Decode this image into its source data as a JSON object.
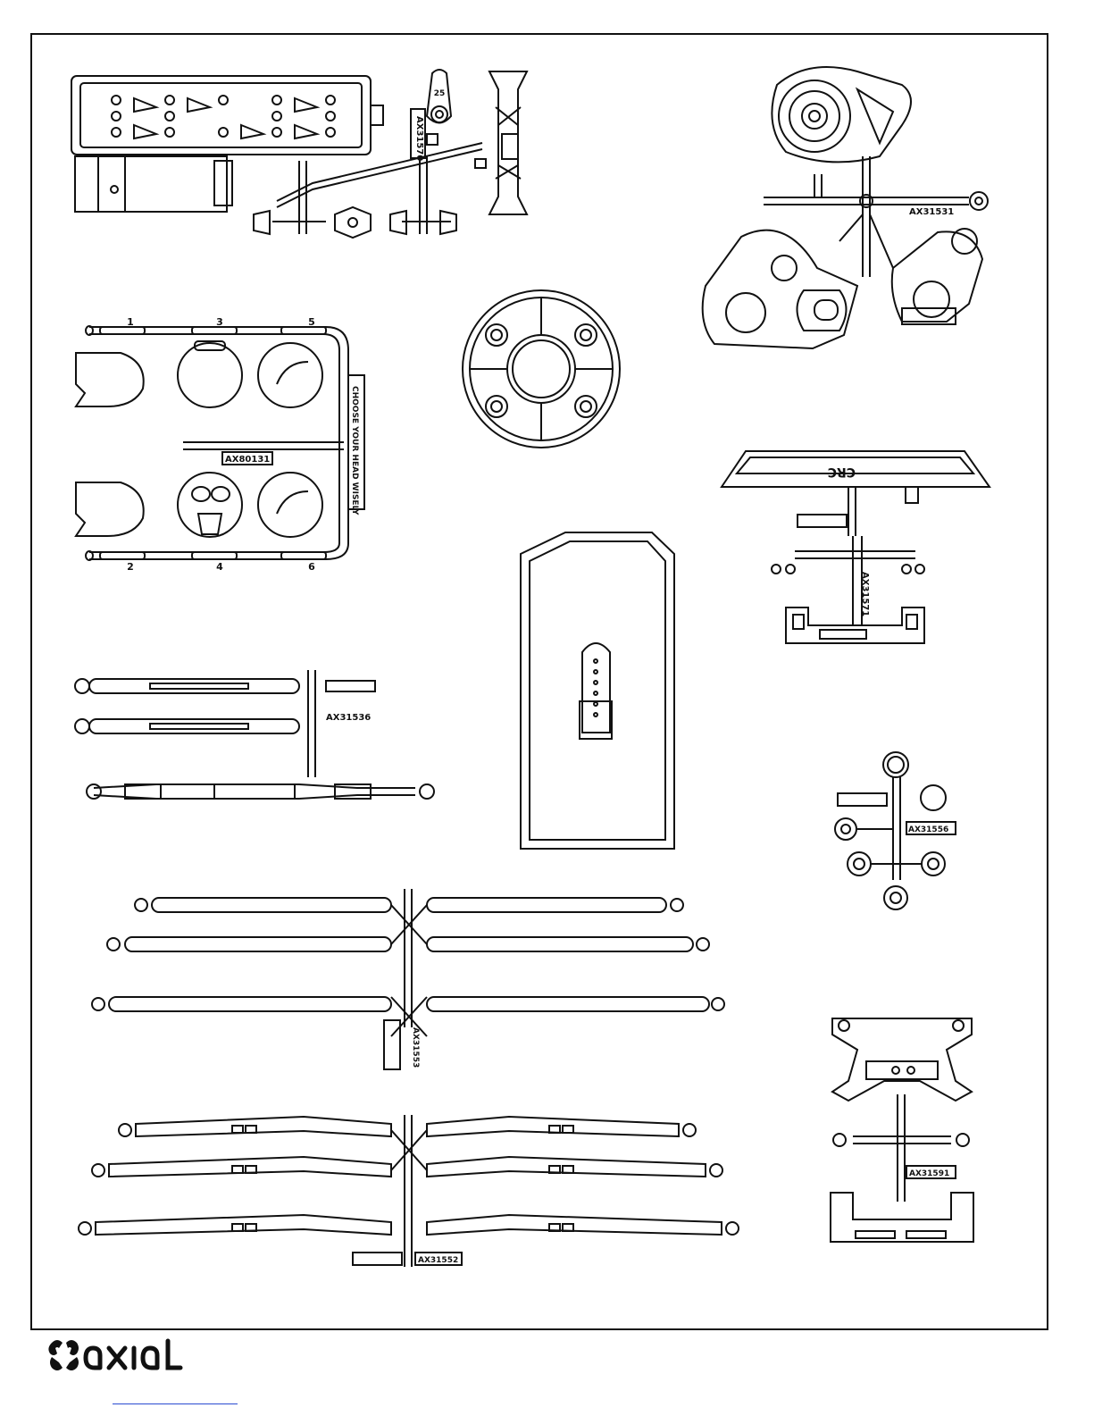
{
  "brand": {
    "name": "axial"
  },
  "labels": {
    "ax31531": "AX31531",
    "choose": "CHOOSE YOUR HEAD WISELY",
    "ax80131": "AX80131",
    "ax31536": "AX31536",
    "ax31556": "AX31556",
    "ax31571": "AX31571",
    "ax31553": "AX31553",
    "ax31552": "AX31552",
    "ax31591": "AX31591",
    "ax31570": "AX31570",
    "crc": "CRC",
    "servo_horn": "25",
    "n1": "1",
    "n2": "2",
    "n3": "3",
    "n4": "4",
    "n5": "5",
    "n6": "6"
  },
  "colors": {
    "line": "#111111",
    "fill": "#ffffff",
    "link": "#2a4bd1"
  }
}
